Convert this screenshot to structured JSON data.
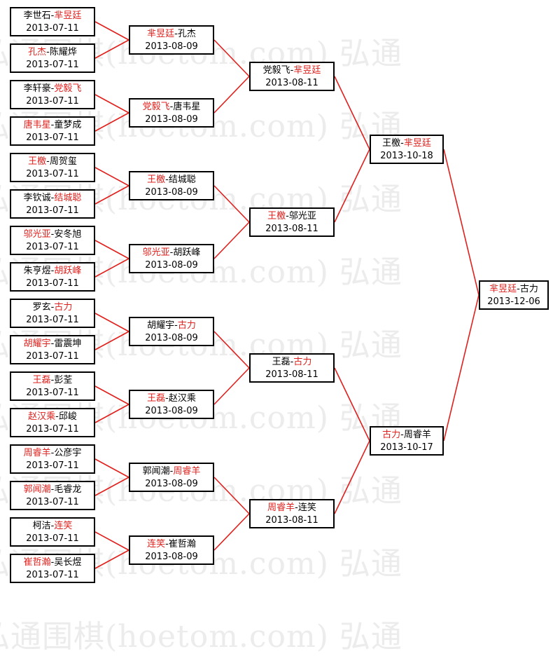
{
  "watermark": "弘通围棋(hoetom.com) 弘通",
  "colors": {
    "winner": "#e0201c",
    "loser": "#000000",
    "line": "#e0201c",
    "border": "#000000"
  },
  "rounds": [
    {
      "name": "round-1",
      "matches": [
        {
          "p1": "李世石",
          "p2": "芈昱廷",
          "winner": 2,
          "date": "2013-07-11"
        },
        {
          "p1": "孔杰",
          "p2": "陈耀烨",
          "winner": 1,
          "date": "2013-07-11"
        },
        {
          "p1": "李轩豪",
          "p2": "党毅飞",
          "winner": 2,
          "date": "2013-07-11"
        },
        {
          "p1": "唐韦星",
          "p2": "童梦成",
          "winner": 1,
          "date": "2013-07-11"
        },
        {
          "p1": "王檄",
          "p2": "周贺玺",
          "winner": 1,
          "date": "2013-07-11"
        },
        {
          "p1": "李钦诚",
          "p2": "结城聪",
          "winner": 2,
          "date": "2013-07-11"
        },
        {
          "p1": "邬光亚",
          "p2": "安冬旭",
          "winner": 1,
          "date": "2013-07-11"
        },
        {
          "p1": "朱亨煜",
          "p2": "胡跃峰",
          "winner": 2,
          "date": "2013-07-11"
        },
        {
          "p1": "罗玄",
          "p2": "古力",
          "winner": 2,
          "date": "2013-07-11"
        },
        {
          "p1": "胡耀宇",
          "p2": "雷震坤",
          "winner": 1,
          "date": "2013-07-11"
        },
        {
          "p1": "王磊",
          "p2": "彭荃",
          "winner": 1,
          "date": "2013-07-11"
        },
        {
          "p1": "赵汉乘",
          "p2": "邱峻",
          "winner": 1,
          "date": "2013-07-11"
        },
        {
          "p1": "周睿羊",
          "p2": "公彦宇",
          "winner": 1,
          "date": "2013-07-11"
        },
        {
          "p1": "郭闻潮",
          "p2": "毛睿龙",
          "winner": 1,
          "date": "2013-07-11"
        },
        {
          "p1": "柯洁",
          "p2": "连笑",
          "winner": 2,
          "date": "2013-07-11"
        },
        {
          "p1": "崔哲瀚",
          "p2": "吴长煜",
          "winner": 1,
          "date": "2013-07-11"
        }
      ]
    },
    {
      "name": "round-2",
      "matches": [
        {
          "p1": "芈昱廷",
          "p2": "孔杰",
          "winner": 1,
          "date": "2013-08-09"
        },
        {
          "p1": "党毅飞",
          "p2": "唐韦星",
          "winner": 1,
          "date": "2013-08-09"
        },
        {
          "p1": "王檄",
          "p2": "结城聪",
          "winner": 1,
          "date": "2013-08-09"
        },
        {
          "p1": "邬光亚",
          "p2": "胡跃峰",
          "winner": 1,
          "date": "2013-08-09"
        },
        {
          "p1": "胡耀宇",
          "p2": "古力",
          "winner": 2,
          "date": "2013-08-09"
        },
        {
          "p1": "王磊",
          "p2": "赵汉乘",
          "winner": 1,
          "date": "2013-08-09"
        },
        {
          "p1": "郭闻潮",
          "p2": "周睿羊",
          "winner": 2,
          "date": "2013-08-09"
        },
        {
          "p1": "连笑",
          "p2": "崔哲瀚",
          "winner": 1,
          "date": "2013-08-09"
        }
      ]
    },
    {
      "name": "quarterfinal",
      "matches": [
        {
          "p1": "党毅飞",
          "p2": "芈昱廷",
          "winner": 2,
          "date": "2013-08-11"
        },
        {
          "p1": "王檄",
          "p2": "邬光亚",
          "winner": 1,
          "date": "2013-08-11"
        },
        {
          "p1": "王磊",
          "p2": "古力",
          "winner": 2,
          "date": "2013-08-11"
        },
        {
          "p1": "周睿羊",
          "p2": "连笑",
          "winner": 1,
          "date": "2013-08-11"
        }
      ]
    },
    {
      "name": "semifinal",
      "matches": [
        {
          "p1": "王檄",
          "p2": "芈昱廷",
          "winner": 2,
          "date": "2013-10-18"
        },
        {
          "p1": "古力",
          "p2": "周睿羊",
          "winner": 1,
          "date": "2013-10-17"
        }
      ]
    },
    {
      "name": "final",
      "matches": [
        {
          "p1": "芈昱廷",
          "p2": "古力",
          "winner": 1,
          "date": "2013-12-06"
        }
      ]
    }
  ]
}
